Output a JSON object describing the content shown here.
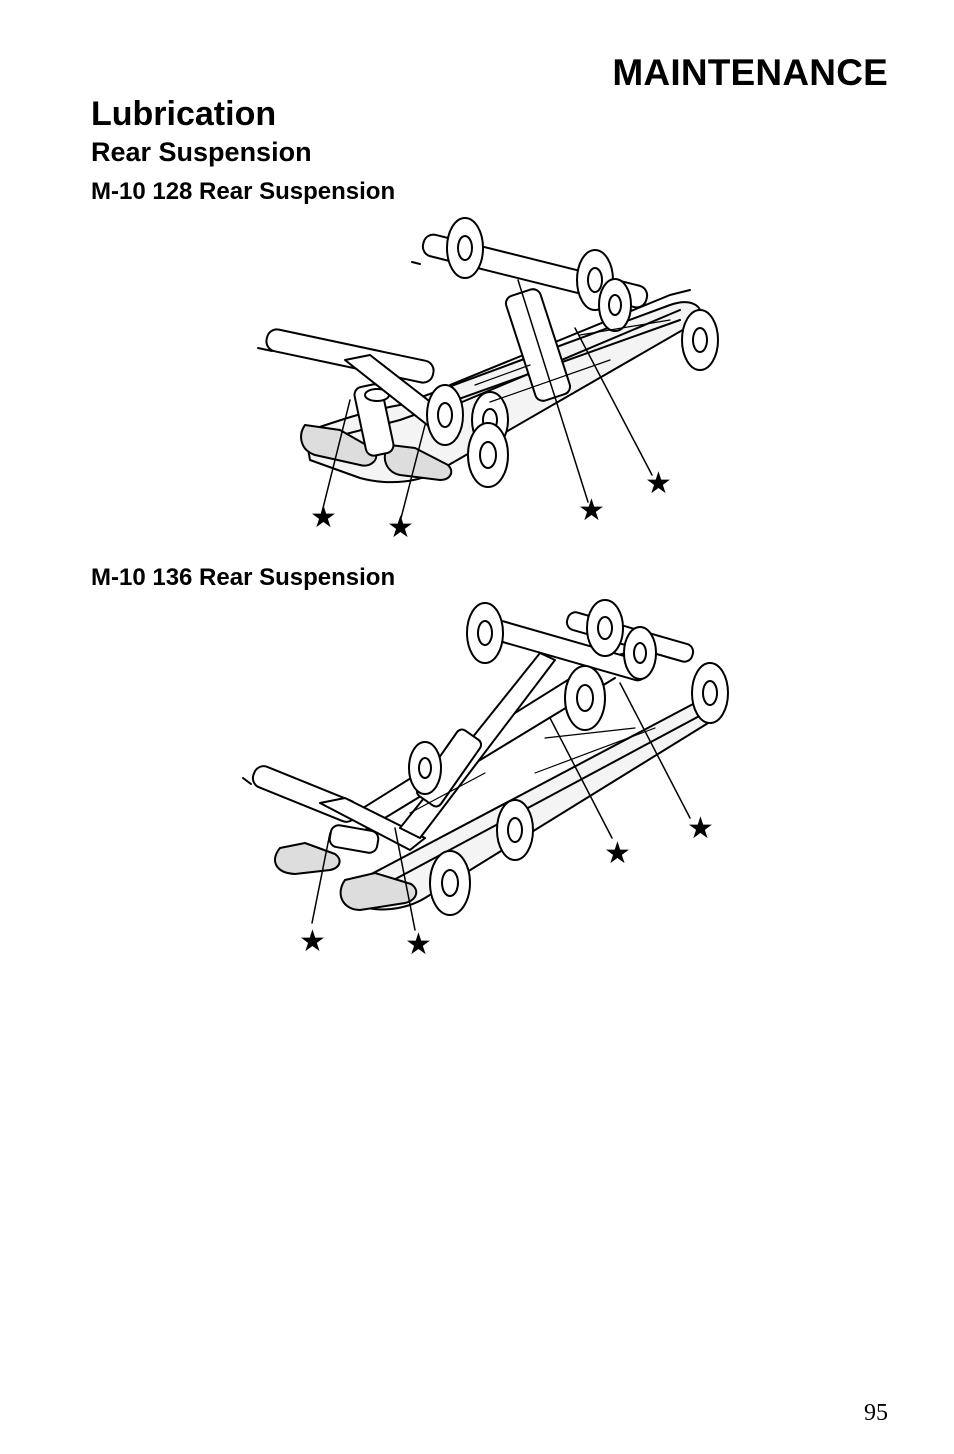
{
  "page": {
    "section_header": "MAINTENANCE",
    "title": "Lubrication",
    "subtitle": "Rear Suspension",
    "page_number": "95"
  },
  "figures": [
    {
      "caption": "M-10 128 Rear Suspension",
      "marker": "★",
      "marker_count": 4
    },
    {
      "caption": "M-10 136 Rear Suspension",
      "marker": "★",
      "marker_count": 4
    }
  ]
}
